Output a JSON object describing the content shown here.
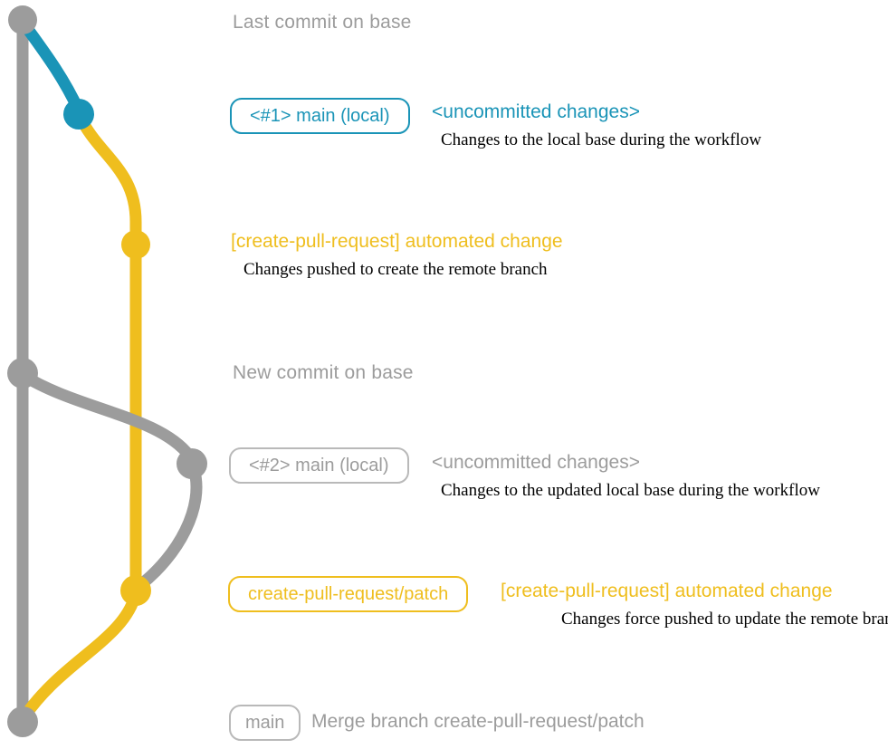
{
  "colors": {
    "gray": "#9c9c9c",
    "gray_light": "#b9b9b9",
    "blue": "#1a94b7",
    "yellow": "#efbe1e",
    "description": "#000000"
  },
  "headings": {
    "last_commit": "Last commit on base",
    "new_commit": "New commit on base"
  },
  "rows": {
    "row1": {
      "badge": "<#1> main (local)",
      "title": "<uncommitted changes>",
      "desc": "Changes to the local base during the workflow"
    },
    "row2": {
      "title": "[create-pull-request] automated change",
      "desc": "Changes pushed to create the remote branch"
    },
    "row3": {
      "badge": "<#2> main (local)",
      "title": "<uncommitted changes>",
      "desc": "Changes to the updated local base during the workflow"
    },
    "row4": {
      "badge": "create-pull-request/patch",
      "title": "[create-pull-request] automated change",
      "desc": "Changes force pushed to update the remote branch"
    },
    "row5": {
      "badge": "main",
      "title": "Merge branch create-pull-request/patch"
    }
  }
}
